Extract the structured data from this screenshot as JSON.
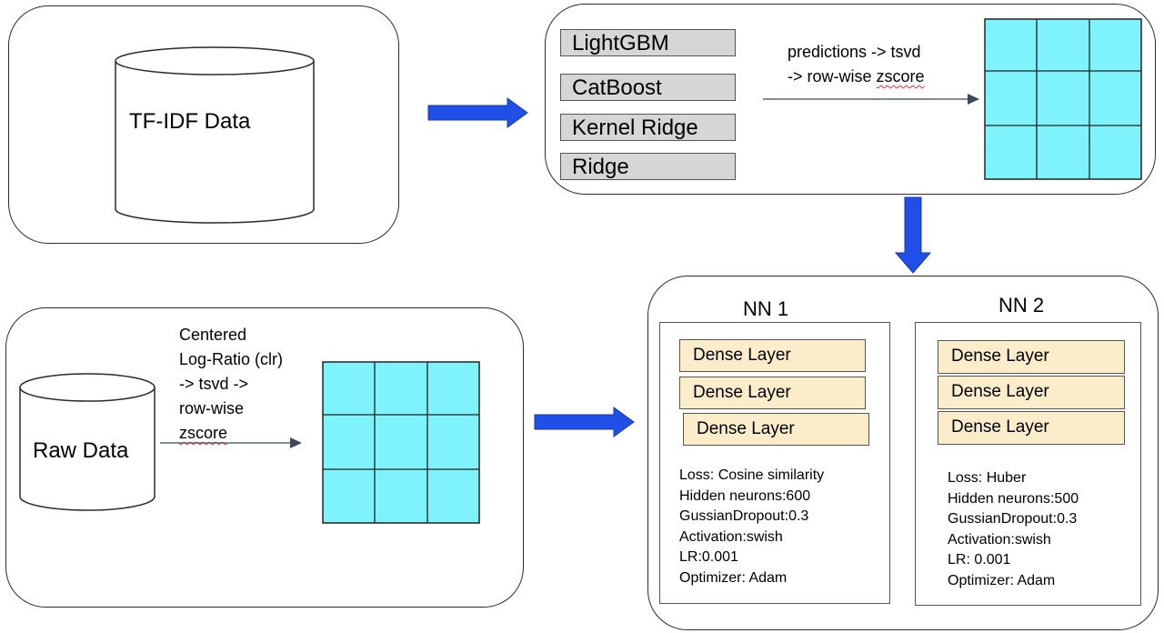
{
  "top_left": {
    "cylinder_label": "TF-IDF Data"
  },
  "top_right": {
    "models": [
      "LightGBM",
      "CatBoost",
      "Kernel Ridge",
      "Ridge"
    ],
    "arrow_text_line1": "predictions -> tsvd",
    "arrow_text_line2_prefix": "-> row-wise ",
    "arrow_text_line2_word": "zscore"
  },
  "bottom_left": {
    "cylinder_label": "Raw Data",
    "text_lines": [
      "Centered",
      "Log-Ratio (clr)",
      "-> tsvd ->",
      "row-wise"
    ],
    "text_last_word": "zscore"
  },
  "nn1": {
    "title": "NN 1",
    "layers": [
      "Dense Layer",
      "Dense Layer",
      "Dense Layer"
    ],
    "params": [
      "Loss: Cosine similarity",
      "Hidden neurons:600",
      "GussianDropout:0.3",
      "Activation:swish",
      "LR:0.001",
      "Optimizer: Adam"
    ]
  },
  "nn2": {
    "title": "NN 2",
    "layers": [
      "Dense Layer",
      "Dense Layer",
      "Dense Layer"
    ],
    "params": [
      "Loss: Huber",
      "Hidden neurons:500",
      "GussianDropout:0.3",
      "Activation:swish",
      "LR: 0.001",
      "Optimizer: Adam"
    ]
  },
  "colors": {
    "grid_fill": "#7ff3fb",
    "arrow_blue": "#1f4fe6",
    "model_fill": "#d6d6d6",
    "layer_fill": "#fbedc9"
  }
}
